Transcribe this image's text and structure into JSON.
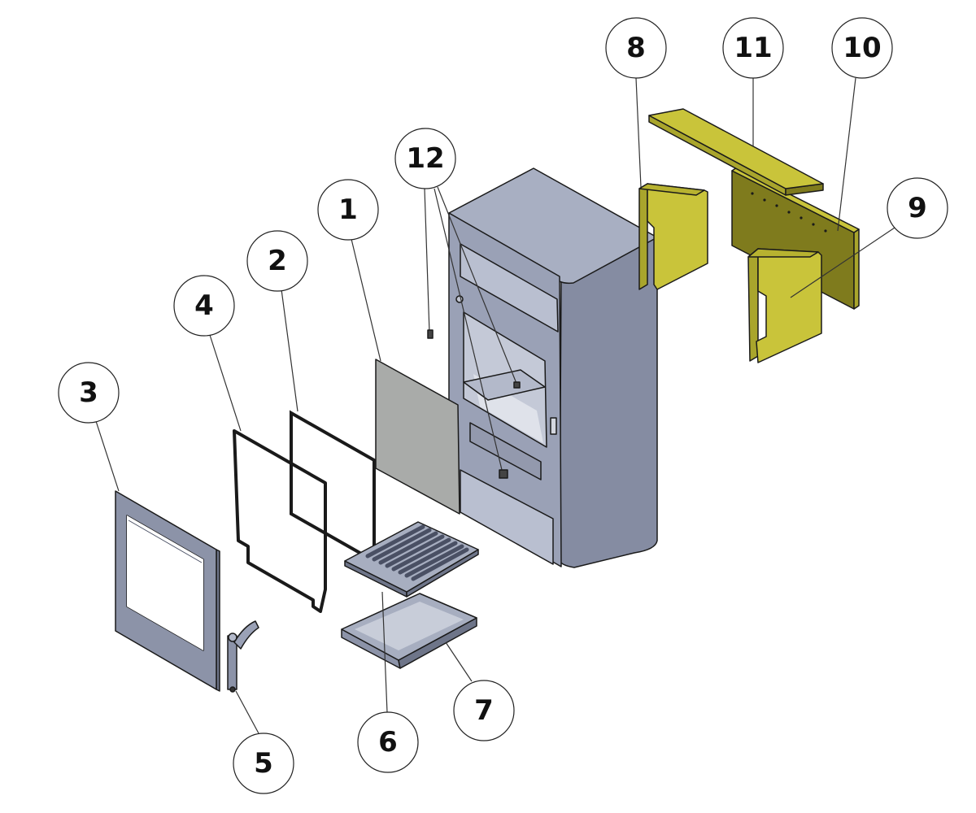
{
  "callouts": [
    {
      "id": "1",
      "label": "1"
    },
    {
      "id": "2",
      "label": "2"
    },
    {
      "id": "3",
      "label": "3"
    },
    {
      "id": "4",
      "label": "4"
    },
    {
      "id": "5",
      "label": "5"
    },
    {
      "id": "6",
      "label": "6"
    },
    {
      "id": "7",
      "label": "7"
    },
    {
      "id": "8",
      "label": "8"
    },
    {
      "id": "9",
      "label": "9"
    },
    {
      "id": "10",
      "label": "10"
    },
    {
      "id": "11",
      "label": "11"
    },
    {
      "id": "12",
      "label": "12"
    }
  ],
  "colors": {
    "steel_light": "#a7aec0",
    "steel_mid": "#8c93a8",
    "steel_dark": "#6e7589",
    "brick": "#c9c43a",
    "brick_dark": "#a9a52c",
    "brick_shadow": "#7f7b1d",
    "glass": "#a9aba9",
    "outline": "#1a1a1a"
  }
}
